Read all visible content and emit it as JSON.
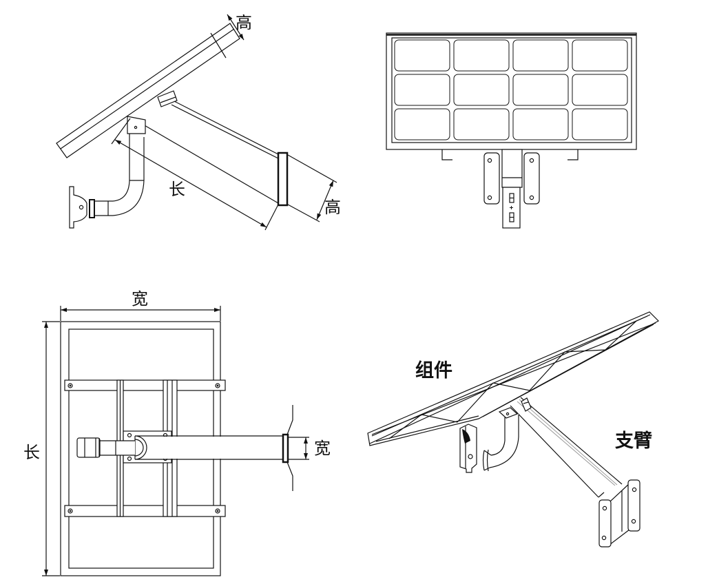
{
  "drawing_title": "solar-panel-wall-mount-bracket-technical-drawing",
  "colors": {
    "background": "#ffffff",
    "line": "#111111",
    "shade": "#999999"
  },
  "labels": {
    "side": {
      "thickness": "高",
      "length": "长",
      "height": "高"
    },
    "rear": {
      "width_top": "宽",
      "length_left": "长",
      "width_arm": "宽"
    },
    "iso": {
      "module": "组件",
      "arm": "支臂"
    }
  },
  "views": {
    "side_view_cells": 0,
    "front_view_grid": {
      "columns": 4,
      "rows": 3
    }
  }
}
